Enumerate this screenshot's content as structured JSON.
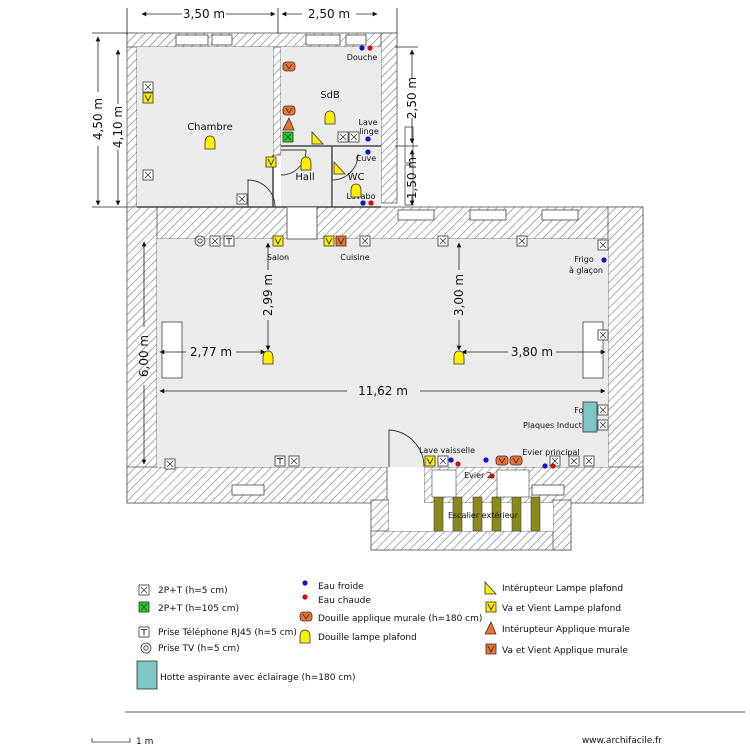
{
  "rooms": {
    "chambre": "Chambre",
    "sdb": "SdB",
    "hall": "Hall",
    "wc": "WC",
    "salon": "Salon",
    "cuisine": "Cuisine"
  },
  "fixtures": {
    "douche": "Douche",
    "lave_linge_1": "Lave",
    "lave_linge_2": "linge",
    "cuve": "Cuve",
    "lavabo": "Lavabo",
    "frigo_1": "Frigo",
    "frigo_2": "à glaçon",
    "four": "Four",
    "plaques": "Plaques Inductio",
    "lave_vaisselle": "Lave vaisselle",
    "evier_principal": "Evier principal",
    "evier_2": "Evier 2",
    "escalier": "Escalier extérieur"
  },
  "dimensions": {
    "top_left_width": "3,50 m",
    "top_right_width": "2,50 m",
    "left_height_outer": "4,50 m",
    "left_height_inner": "4,10 m",
    "right_height_upper": "2,50 m",
    "right_height_lower": "1,50 m",
    "salon_height": "2,99 m",
    "cuisine_height": "3,00 m",
    "left_span": "2,77 m",
    "right_span": "3,80 m",
    "total_width": "11,62 m",
    "main_height": "6,00 m"
  },
  "legend": {
    "outlet_low": "2P+T  (h=5 cm)",
    "outlet_high": "2P+T  (h=105 cm)",
    "phone": "Prise  Téléphone RJ45 (h=5 cm)",
    "tv": "Prise TV  (h=5 cm)",
    "hood": "Hotte aspirante avec éclairage  (h=180 cm)",
    "cold_water": "Eau froide",
    "hot_water": "Eau  chaude",
    "wall_socket": "Douille applique murale (h=180 cm)",
    "ceiling_socket": "Douille lampe plafond",
    "switch_ceiling": "Intérupteur Lampe plafond",
    "two_way_ceiling": "Va et Vient Lampe plafond",
    "switch_wall": "Intérupteur Applique murale",
    "two_way_wall": "Va et Vient Applique murale"
  },
  "symbols": {
    "outlet": "X",
    "two_way": "V",
    "phone": "T",
    "tv": "◎"
  },
  "footer": {
    "scale": "1 m",
    "credit": "www.archifacile.fr"
  },
  "colors": {
    "wall_hatch": "#888888",
    "floor": "#ececec",
    "yellow": "#ffee00",
    "orange": "#f07030",
    "green": "#22cc22",
    "hood": "#7ec6c6",
    "cold_water": "#1010cc",
    "hot_water": "#cc1010"
  }
}
